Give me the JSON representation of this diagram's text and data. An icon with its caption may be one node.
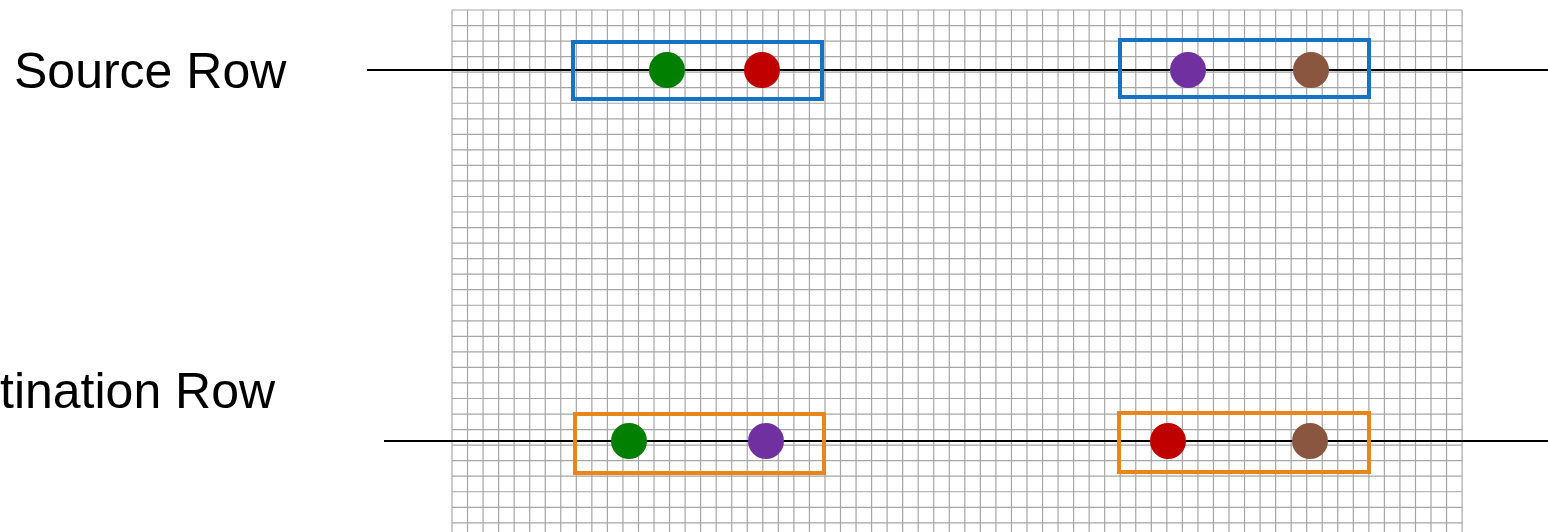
{
  "diagram": {
    "nodes": [
      {
        "text": [],
        "shape": "box"
      },
      {
        "text": [],
        "shape": "circle",
        "in": 0
      },
      {
        "text": [],
        "shape": "circle",
        "in": 0
      },
      {
        "text": [],
        "shape": "box"
      },
      {
        "text": [],
        "shape": "circle",
        "in": 3
      },
      {
        "text": [],
        "shape": "circle",
        "in": 3
      },
      {
        "text": [],
        "shape": "box"
      },
      {
        "text": [],
        "shape": "circle",
        "in": 6
      },
      {
        "text": [],
        "shape": "circle",
        "in": 6
      },
      {
        "text": [],
        "shape": "box"
      },
      {
        "text": [],
        "shape": "circle",
        "in": 9
      },
      {
        "text": [],
        "shape": "circle",
        "in": 9
      }
    ],
    "labels": [
      "Source Row",
      "tination Row"
    ]
  }
}
